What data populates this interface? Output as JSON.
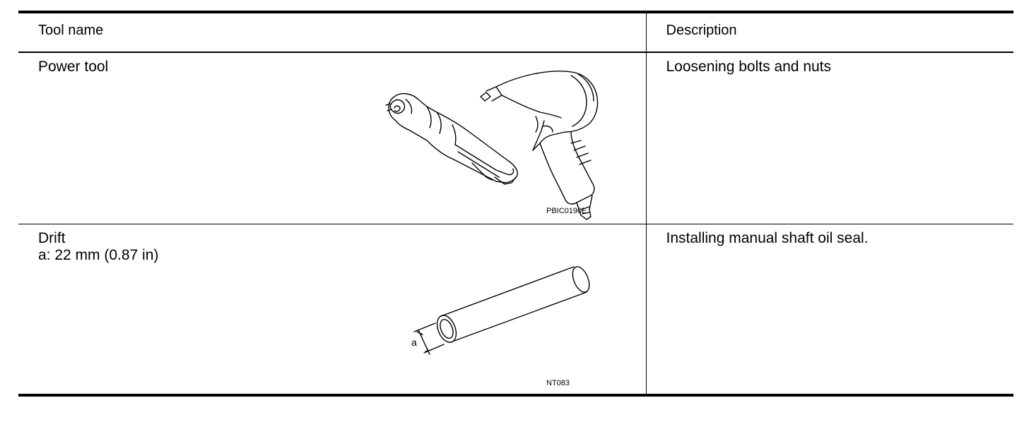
{
  "table": {
    "header": {
      "tool_name": "Tool name",
      "description": "Description"
    },
    "rows": [
      {
        "tool_name_lines": [
          "Power tool"
        ],
        "description": "Loosening bolts and nuts",
        "figure": {
          "code": "PBIC0190E",
          "icons": [
            "ratchet-wrench-icon",
            "impact-wrench-icon"
          ]
        }
      },
      {
        "tool_name_lines": [
          "Drift",
          "a: 22 mm (0.87 in)"
        ],
        "description": "Installing manual shaft oil seal.",
        "figure": {
          "code": "NT083",
          "dimension_label": "a",
          "icons": [
            "drift-tube-icon"
          ]
        }
      }
    ]
  }
}
